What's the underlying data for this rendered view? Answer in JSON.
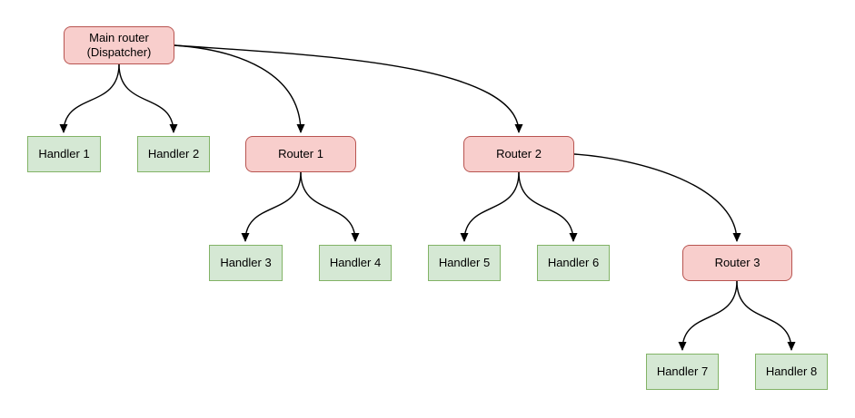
{
  "colors": {
    "background": "#ffffff",
    "router_fill": "#f8cecc",
    "router_border": "#b85450",
    "handler_fill": "#d5e8d4",
    "handler_border": "#82b366",
    "edge": "#000000"
  },
  "nodes": {
    "main": {
      "label": "Main router\n(Dispatcher)",
      "type": "router"
    },
    "router1": {
      "label": "Router 1",
      "type": "router"
    },
    "router2": {
      "label": "Router 2",
      "type": "router"
    },
    "router3": {
      "label": "Router 3",
      "type": "router"
    },
    "handler1": {
      "label": "Handler 1",
      "type": "handler"
    },
    "handler2": {
      "label": "Handler 2",
      "type": "handler"
    },
    "handler3": {
      "label": "Handler 3",
      "type": "handler"
    },
    "handler4": {
      "label": "Handler 4",
      "type": "handler"
    },
    "handler5": {
      "label": "Handler 5",
      "type": "handler"
    },
    "handler6": {
      "label": "Handler 6",
      "type": "handler"
    },
    "handler7": {
      "label": "Handler 7",
      "type": "handler"
    },
    "handler8": {
      "label": "Handler 8",
      "type": "handler"
    }
  },
  "edges": [
    {
      "from": "Main router (Dispatcher)",
      "to": "Handler 1"
    },
    {
      "from": "Main router (Dispatcher)",
      "to": "Handler 2"
    },
    {
      "from": "Main router (Dispatcher)",
      "to": "Router 1"
    },
    {
      "from": "Main router (Dispatcher)",
      "to": "Router 2"
    },
    {
      "from": "Router 1",
      "to": "Handler 3"
    },
    {
      "from": "Router 1",
      "to": "Handler 4"
    },
    {
      "from": "Router 2",
      "to": "Handler 5"
    },
    {
      "from": "Router 2",
      "to": "Handler 6"
    },
    {
      "from": "Router 2",
      "to": "Router 3"
    },
    {
      "from": "Router 3",
      "to": "Handler 7"
    },
    {
      "from": "Router 3",
      "to": "Handler 8"
    }
  ]
}
